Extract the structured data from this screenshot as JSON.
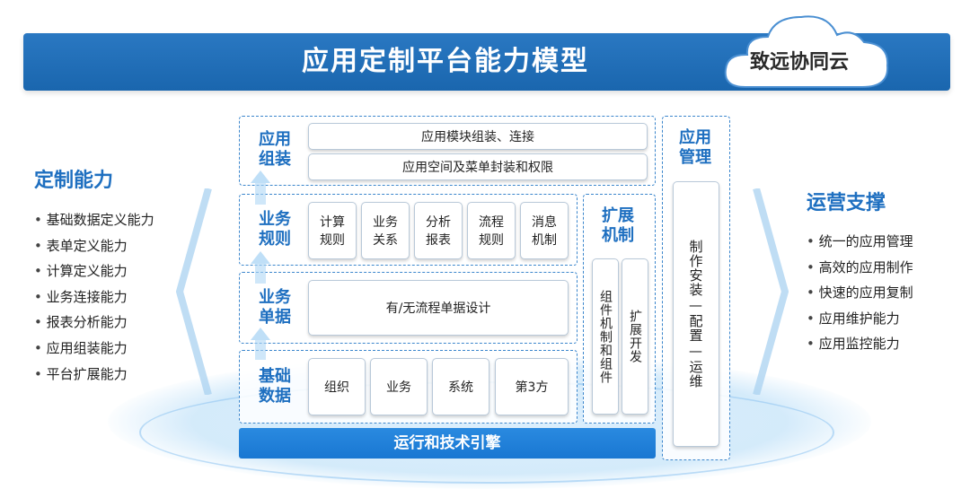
{
  "header": {
    "title": "应用定制平台能力模型",
    "brand": "致远协同云"
  },
  "left": {
    "title": "定制能力",
    "items": [
      "基础数据定义能力",
      "表单定义能力",
      "计算定义能力",
      "业务连接能力",
      "报表分析能力",
      "应用组装能力",
      "平台扩展能力"
    ]
  },
  "right": {
    "title": "运营支撑",
    "items": [
      "统一的应用管理",
      "高效的应用制作",
      "快速的应用复制",
      "应用维护能力",
      "应用监控能力"
    ]
  },
  "layers": {
    "assembly": {
      "label": "应用组装",
      "boxes": [
        "应用模块组装、连接",
        "应用空间及菜单封装和权限"
      ]
    },
    "rules": {
      "label": "业务规则",
      "boxes": [
        "计算规则",
        "业务关系",
        "分析报表",
        "流程规则",
        "消息机制"
      ]
    },
    "docs": {
      "label": "业务单据",
      "boxes": [
        "有/无流程单据设计"
      ]
    },
    "base": {
      "label": "基础数据",
      "boxes": [
        "组织",
        "业务",
        "系统",
        "第3方"
      ]
    }
  },
  "extension": {
    "label": "扩展机制",
    "boxes": [
      "组件机制和组件",
      "扩展开发"
    ]
  },
  "management": {
    "label": "应用管理",
    "box": "制作安装—配置—运维"
  },
  "engine": {
    "label": "运行和技术引擎"
  }
}
